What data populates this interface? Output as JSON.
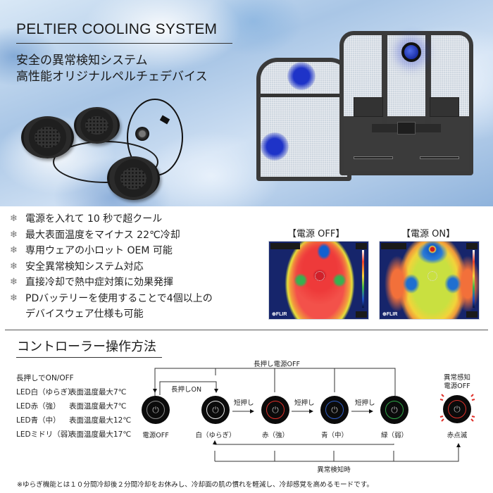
{
  "hero": {
    "title": "PELTIER COOLING SYSTEM",
    "subtitle_line1": "安全の異常検知システム",
    "subtitle_line2": "高性能オリジナルペルチェデバイス"
  },
  "features": [
    {
      "icon": "snowflake-icon",
      "text": "電源を入れて 10 秒で超クール"
    },
    {
      "icon": "snowflake-icon",
      "text": "最大表面温度をマイナス 22℃冷却"
    },
    {
      "icon": "snowflake-icon",
      "text": "専用ウェアの小ロット OEM 可能"
    },
    {
      "icon": "snowflake-icon",
      "text": "安全異常検知システム対応"
    },
    {
      "icon": "snowflake-icon",
      "text": "直接冷却で熱中症対策に効果発揮"
    },
    {
      "icon": "snowflake-icon",
      "text": "PDバッテリーを使用することで4個以上の\nデバイスウェア仕様も可能"
    }
  ],
  "thermal": {
    "off_label": "【電源 OFF】",
    "on_label": "【電源 ON】",
    "brand": "FLIR"
  },
  "controller": {
    "title": "コントローラー操作方法",
    "legend": [
      {
        "label": "長押しでON/OFF",
        "desc": ""
      },
      {
        "label": "LED白（ゆらぎ）",
        "desc": "表面温度最大7℃"
      },
      {
        "label": "LED赤（強）",
        "desc": "表面温度最大7℃"
      },
      {
        "label": "LED青（中）",
        "desc": "表面温度最大12℃"
      },
      {
        "label": "LEDミドリ（弱）",
        "desc": "表面温度最大17℃"
      }
    ],
    "states": [
      {
        "name": "電源OFF",
        "ring_color": "#8a8a8a"
      },
      {
        "name": "白（ゆらぎ）",
        "ring_color": "#e8e8e8"
      },
      {
        "name": "赤（強）",
        "ring_color": "#e0302a"
      },
      {
        "name": "青（中）",
        "ring_color": "#2f5fc8"
      },
      {
        "name": "緑（弱）",
        "ring_color": "#2faa48"
      },
      {
        "name": "赤点滅",
        "ring_color": "#e0302a"
      }
    ],
    "arrows": {
      "long_press_off": "長押し電源OFF",
      "long_press_on": "長押しON",
      "short_press": "短押し",
      "anomaly_detected": "異常検知時",
      "anomaly_power_off_line1": "異常感知",
      "anomaly_power_off_line2": "電源OFF"
    },
    "footnote": "※ゆらぎ機能とは１０分間冷却後２分間冷却をお休みし、冷却面の肌の慣れを軽減し、冷却感覚を高めるモードです。"
  },
  "colors": {
    "red": "#e0302a",
    "blue": "#2f5fc8",
    "green": "#2faa48",
    "white": "#e8e8e8"
  }
}
